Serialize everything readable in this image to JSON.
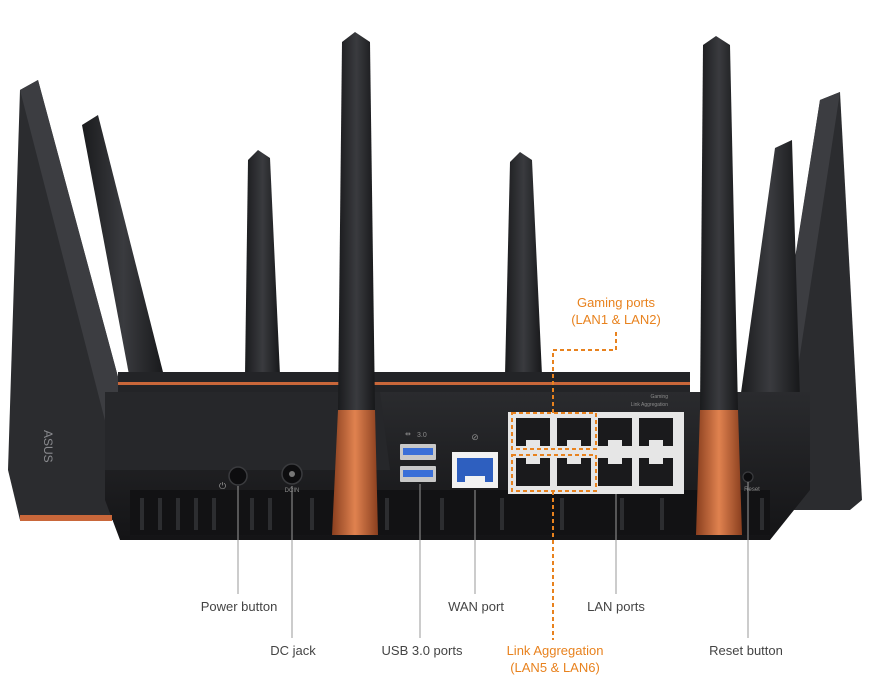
{
  "colors": {
    "body": "#1e1f21",
    "antenna": "#26272a",
    "copper": "#c9673a",
    "callout_orange": "#e8821e",
    "leader": "#9a9a9a",
    "label_text": "#444444",
    "usb_blue": "#3a6fd8",
    "port_white": "#f2f2f2"
  },
  "device": {
    "logo": "ASUS",
    "usb_mark": "3.0",
    "dc_mark": "DCIN",
    "reset_mark": "Reset",
    "panel_legend_gaming": "Gaming",
    "panel_legend_aggregation": "Link Aggregation",
    "icons": [
      "power-icon",
      "usb-icon",
      "globe-icon"
    ]
  },
  "labels": {
    "power_button": "Power button",
    "dc_jack": "DC jack",
    "usb_ports": "USB 3.0 ports",
    "wan_port": "WAN port",
    "lan_ports": "LAN ports",
    "reset_button": "Reset button",
    "gaming_ports_line1": "Gaming ports",
    "gaming_ports_line2": "(LAN1 & LAN2)",
    "link_aggregation_line1": "Link Aggregation",
    "link_aggregation_line2": "(LAN5 & LAN6)"
  }
}
